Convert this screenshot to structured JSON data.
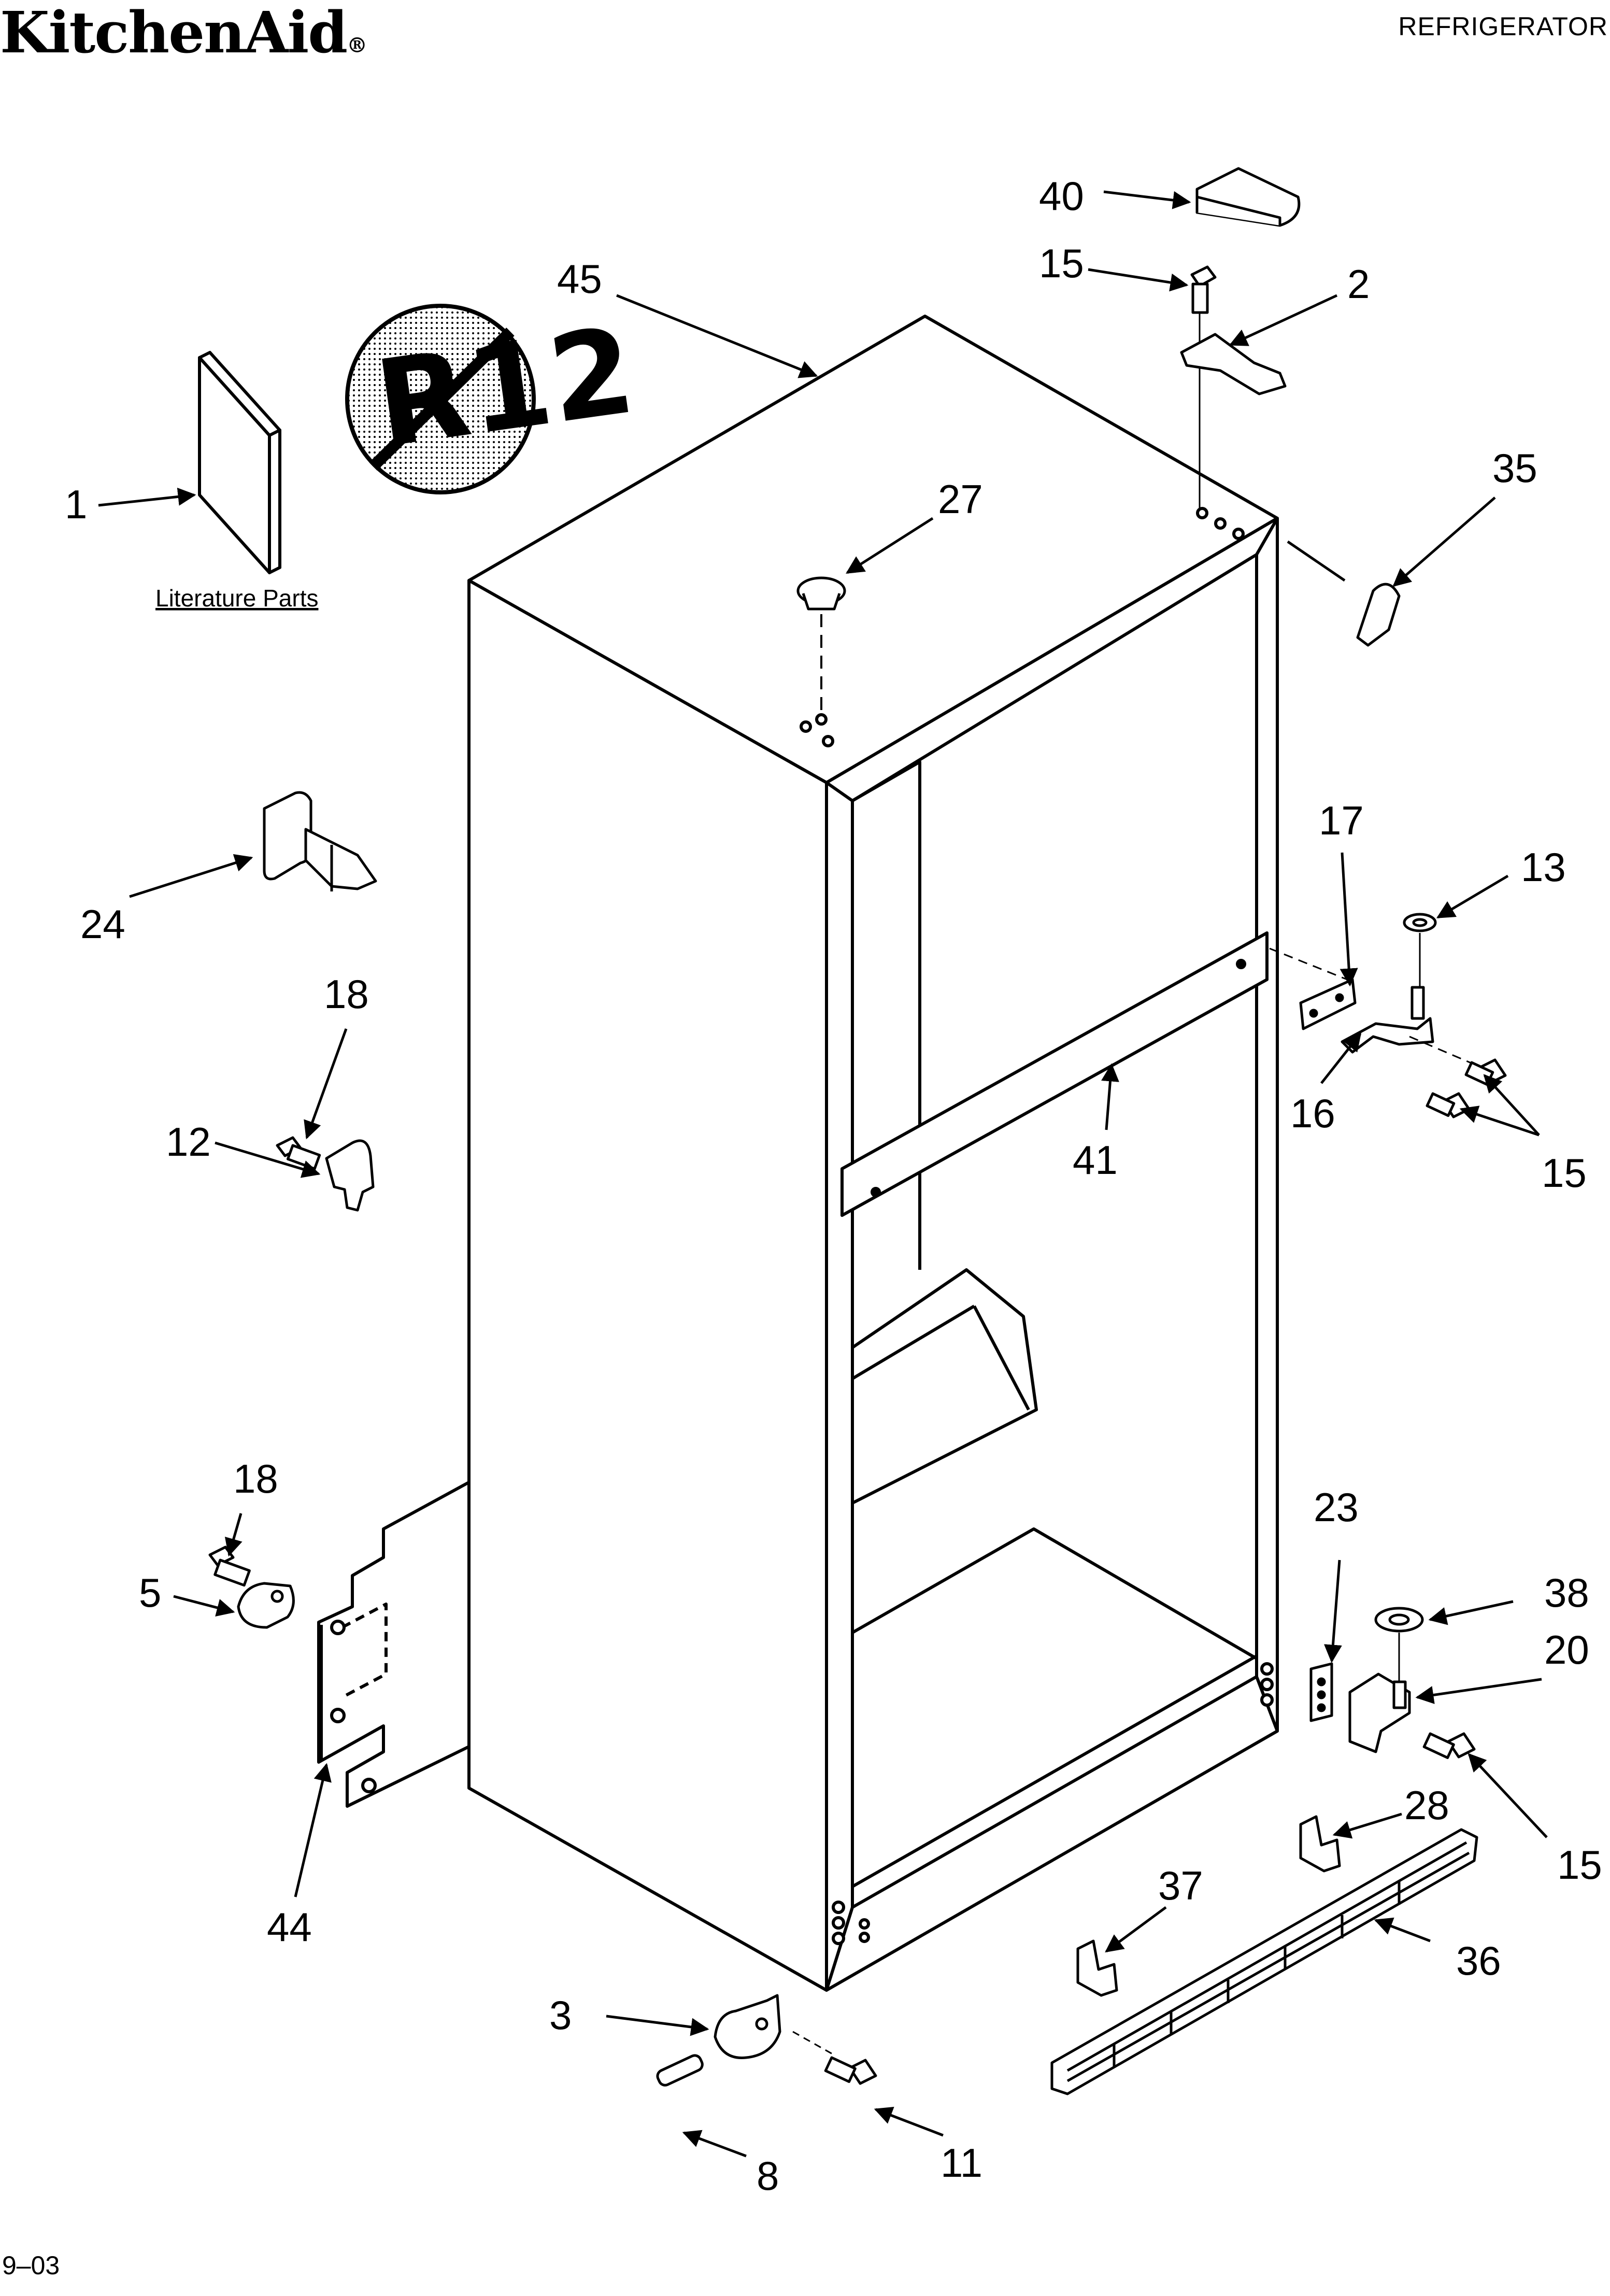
{
  "header": {
    "brand": "KitchenAid",
    "brand_mark": "®",
    "title": "REFRIGERATOR"
  },
  "footer": {
    "code": "9–03"
  },
  "symbols": {
    "no_refrigerant_text": "R12"
  },
  "literature": {
    "caption": "Literature Parts"
  },
  "callouts": [
    {
      "id": "c1",
      "number": "1"
    },
    {
      "id": "c2",
      "number": "2"
    },
    {
      "id": "c3",
      "number": "3"
    },
    {
      "id": "c5",
      "number": "5"
    },
    {
      "id": "c8",
      "number": "8"
    },
    {
      "id": "c11",
      "number": "11"
    },
    {
      "id": "c12",
      "number": "12"
    },
    {
      "id": "c13",
      "number": "13"
    },
    {
      "id": "c15a",
      "number": "15"
    },
    {
      "id": "c15b",
      "number": "15"
    },
    {
      "id": "c15c",
      "number": "15"
    },
    {
      "id": "c16",
      "number": "16"
    },
    {
      "id": "c17",
      "number": "17"
    },
    {
      "id": "c18a",
      "number": "18"
    },
    {
      "id": "c18b",
      "number": "18"
    },
    {
      "id": "c20",
      "number": "20"
    },
    {
      "id": "c23",
      "number": "23"
    },
    {
      "id": "c24",
      "number": "24"
    },
    {
      "id": "c27",
      "number": "27"
    },
    {
      "id": "c28",
      "number": "28"
    },
    {
      "id": "c35",
      "number": "35"
    },
    {
      "id": "c36",
      "number": "36"
    },
    {
      "id": "c37",
      "number": "37"
    },
    {
      "id": "c38",
      "number": "38"
    },
    {
      "id": "c40",
      "number": "40"
    },
    {
      "id": "c41",
      "number": "41"
    },
    {
      "id": "c44",
      "number": "44"
    },
    {
      "id": "c45",
      "number": "45"
    }
  ]
}
